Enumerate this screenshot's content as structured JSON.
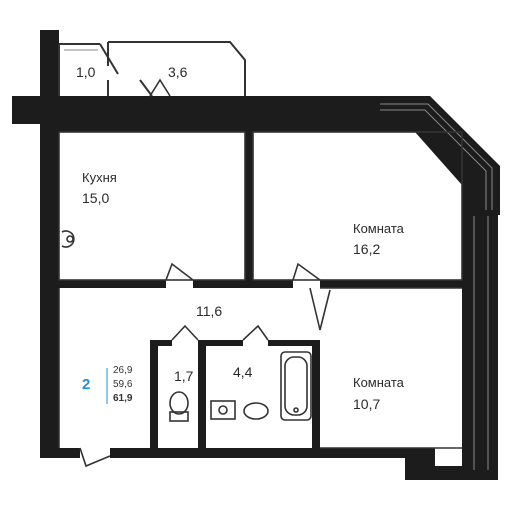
{
  "plan": {
    "colors": {
      "wall": "#1c1c1c",
      "line": "#333333",
      "accent": "#1f8fe0"
    },
    "rooms": [
      {
        "id": "balcony-small",
        "area": "1,0"
      },
      {
        "id": "balcony",
        "area": "3,6"
      },
      {
        "id": "kitchen",
        "name": "Кухня",
        "area": "15,0"
      },
      {
        "id": "room-1",
        "name": "Комната",
        "area": "16,2"
      },
      {
        "id": "hall",
        "area": "11,6"
      },
      {
        "id": "wc",
        "area": "1,7"
      },
      {
        "id": "bathroom",
        "area": "4,4"
      },
      {
        "id": "room-2",
        "name": "Комната",
        "area": "10,7"
      }
    ],
    "apartment": {
      "rooms_count": "2",
      "living_area": "26,9",
      "total_area": "59,6",
      "area_with_balconies": "61,9"
    }
  }
}
